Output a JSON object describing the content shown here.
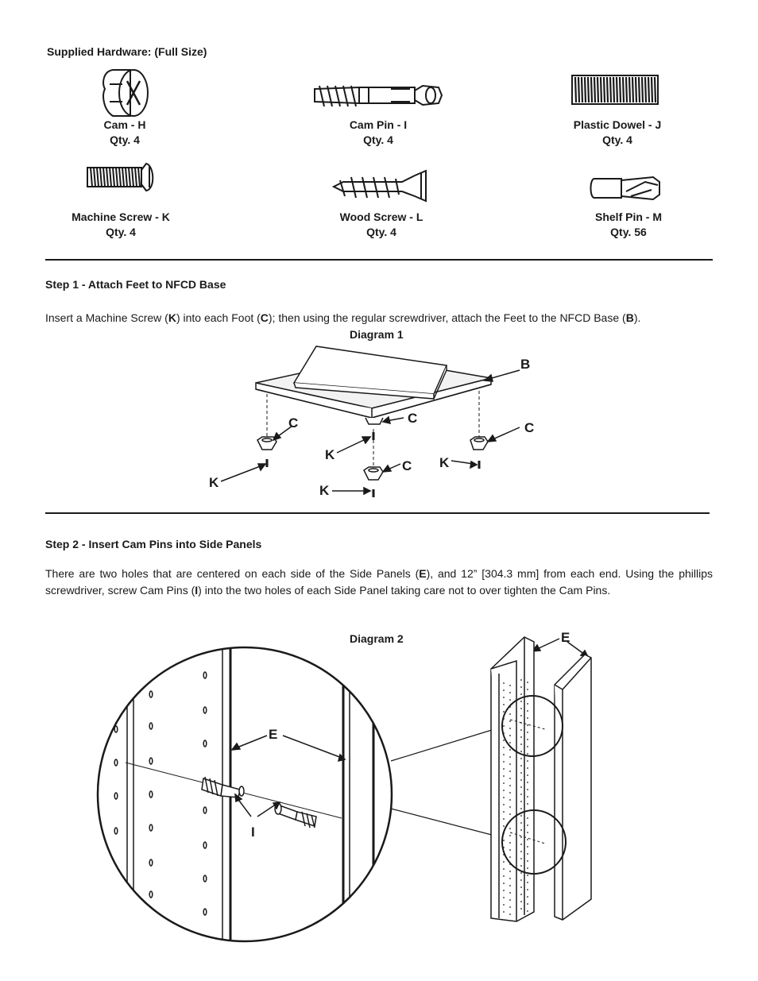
{
  "hardware": {
    "title": "Supplied Hardware: (Full Size)",
    "items": [
      {
        "name": "Cam - H",
        "qty": "Qty. 4"
      },
      {
        "name": "Cam Pin - I",
        "qty": "Qty. 4"
      },
      {
        "name": "Plastic Dowel - J",
        "qty": "Qty. 4"
      },
      {
        "name": "Machine Screw - K",
        "qty": "Qty. 4"
      },
      {
        "name": "Wood Screw - L",
        "qty": "Qty. 4"
      },
      {
        "name": "Shelf Pin - M",
        "qty": "Qty. 56"
      }
    ]
  },
  "step1": {
    "heading": "Step 1 - Attach Feet to NFCD Base",
    "text": {
      "p1": "Insert a Machine Screw (",
      "k": "K",
      "p2": ") into each Foot (",
      "c": "C",
      "p3": "); then using the regular screwdriver, attach the Feet to the NFCD Base (",
      "b": "B",
      "p4": ")."
    },
    "diagram_title": "Diagram 1",
    "labels": {
      "b": "B",
      "c": "C",
      "k": "K"
    }
  },
  "step2": {
    "heading": "Step 2 - Insert Cam Pins into Side Panels",
    "text": {
      "p1": "There are two holes that are centered on each side of the Side Panels (",
      "e": "E",
      "p2": "), and 12” [304.3 mm] from each end. Using the phillips screwdriver, screw Cam Pins (",
      "i": "I",
      "p3": ") into the two holes of each Side Panel taking care not to over tighten the Cam Pins."
    },
    "diagram_title": "Diagram 2",
    "labels": {
      "e": "E",
      "i": "I"
    }
  }
}
